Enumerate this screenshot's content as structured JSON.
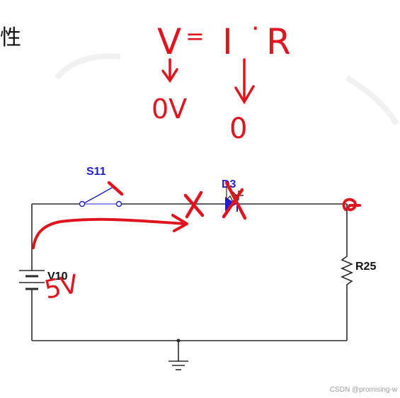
{
  "header_fragment": "性",
  "circuit": {
    "switch_label": "S11",
    "diode_label": "D3",
    "source_label": "V10",
    "resistor_label": "R25"
  },
  "annotations": {
    "formula_v": "V",
    "formula_eq": "=",
    "formula_i": "I",
    "formula_dot": "·",
    "formula_r": "R",
    "result_v": "0V",
    "result_i": "0",
    "source_value": "5V"
  },
  "watermark": "CSDN @promising-w",
  "colors": {
    "wire": "#2a2a2a",
    "component": "#1f1fc8",
    "annotation": "#e0141e"
  }
}
